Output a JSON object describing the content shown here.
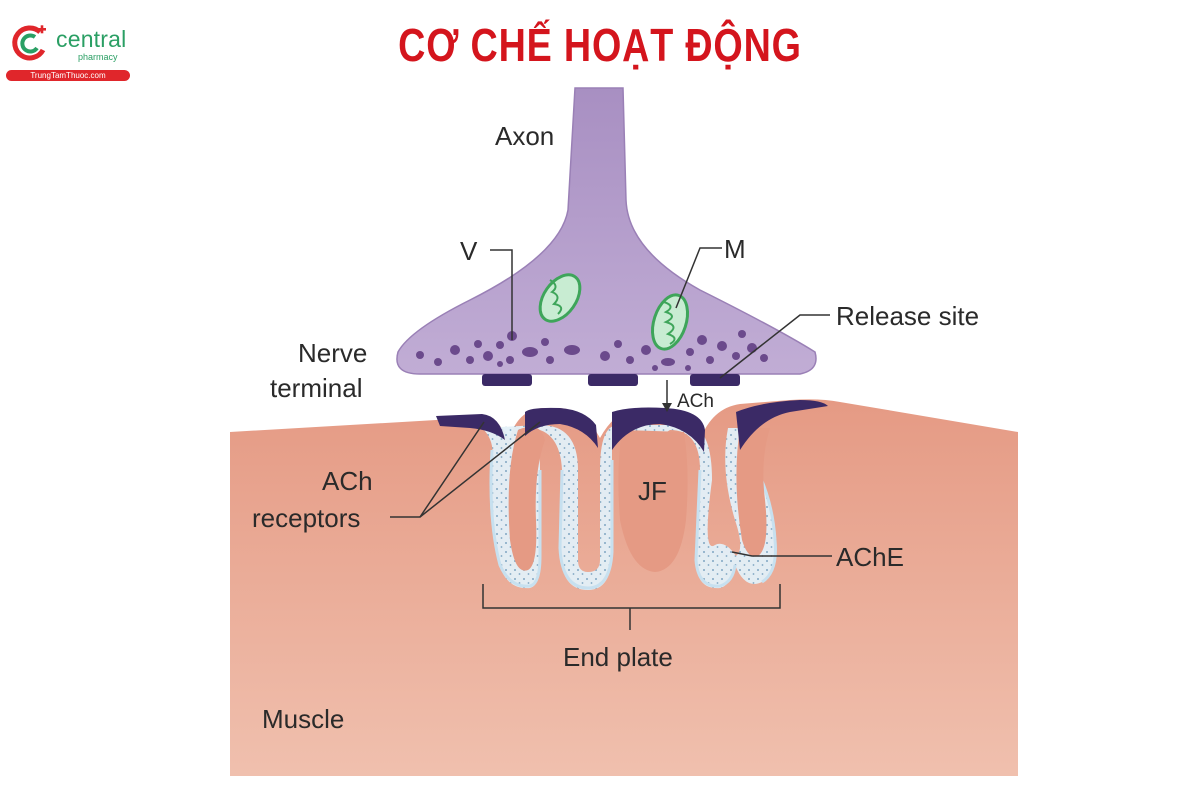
{
  "logo": {
    "brand": "central",
    "sub": "pharmacy",
    "site": "TrungTamThuoc.com"
  },
  "title": "CƠ CHẾ HOẠT ĐỘNG",
  "labels": {
    "axon": "Axon",
    "v": "V",
    "m": "M",
    "release_site": "Release site",
    "nerve": "Nerve",
    "terminal": "terminal",
    "ach": "ACh",
    "ach_receptors_1": "ACh",
    "ach_receptors_2": "receptors",
    "jf": "JF",
    "ache": "AChE",
    "end_plate": "End plate",
    "muscle": "Muscle"
  },
  "colors": {
    "title": "#d4151d",
    "brand_green": "#2a9f64",
    "nerve": "#b49dc8",
    "receptor": "#3b2a66",
    "muscle": "#e8a48c",
    "cleft": "#dcecf6",
    "mito": "#3ea55a"
  }
}
